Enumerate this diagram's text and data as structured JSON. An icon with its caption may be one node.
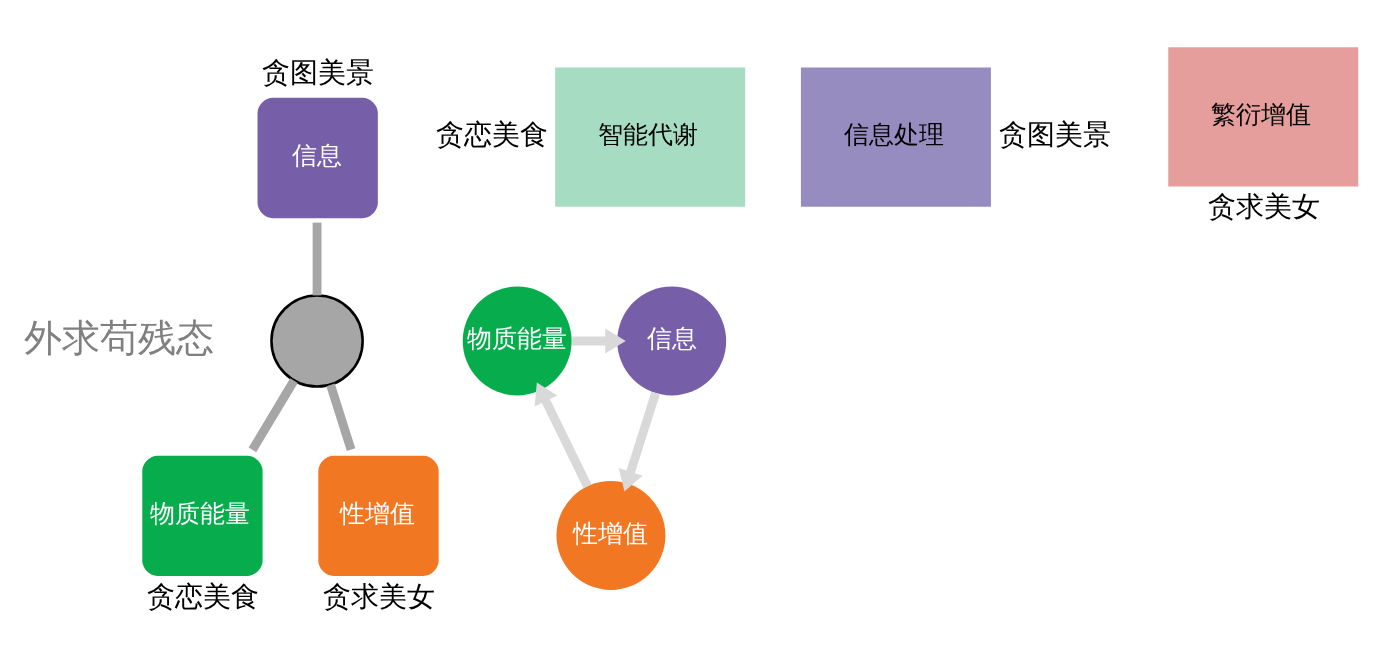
{
  "diagram": {
    "nodes": [
      {
        "text": [],
        "shape": "circle"
      },
      {
        "text": [
          "信息"
        ],
        "beside": [
          "贪图美景"
        ]
      },
      {
        "text": [
          "物质能量"
        ],
        "beside": [
          "贪恋美食"
        ]
      },
      {
        "text": [
          "性增值"
        ],
        "beside": [
          "贪求美女"
        ]
      },
      {
        "text": [
          "智能代谢"
        ],
        "beside": [
          "贪恋美食"
        ]
      },
      {
        "text": [
          "信息处理"
        ],
        "beside": [
          "贪图美景"
        ]
      },
      {
        "text": [
          "繁衍增值"
        ],
        "beside": [
          "贪求美女"
        ]
      },
      {
        "text": [
          "物质能量"
        ]
      },
      {
        "text": [
          "信息"
        ]
      },
      {
        "text": [
          "性增值"
        ]
      }
    ],
    "edges": [
      {
        "from": 1,
        "to": 0,
        "arrow": "none"
      },
      {
        "from": 0,
        "to": 2,
        "arrow": "none"
      },
      {
        "from": 0,
        "to": 3,
        "arrow": "none"
      },
      {
        "from": 7,
        "to": 8,
        "arrow": "to",
        "color": "#d9d9d9"
      },
      {
        "from": 8,
        "to": 9,
        "arrow": "to",
        "color": "#d9d9d9"
      },
      {
        "from": 9,
        "to": 7,
        "arrow": "to",
        "color": "#d9d9d9"
      }
    ],
    "labels": [
      "外求苟残态"
    ]
  }
}
